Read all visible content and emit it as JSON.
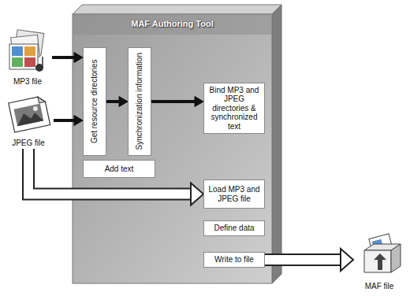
{
  "diagram": {
    "nodes": [
      {
        "text": [
          "MP3 file"
        ]
      },
      {
        "text": [
          "JPEG file"
        ]
      },
      {
        "text": [
          "MAF Authoring Tool"
        ]
      },
      {
        "text": [
          "Get resource directories"
        ],
        "in": 2
      },
      {
        "text": [
          "Synchronization information"
        ],
        "in": 2
      },
      {
        "text": [
          "Add text"
        ],
        "in": 2
      },
      {
        "text": [
          "Bind MP3 and JPEG directories & synchronized text"
        ],
        "in": 2
      },
      {
        "text": [
          "Load MP3 and JPEG file"
        ],
        "in": 2
      },
      {
        "text": [
          "Define data"
        ],
        "in": 2
      },
      {
        "text": [
          "Write to file"
        ],
        "in": 2
      },
      {
        "text": [
          "MAF file"
        ]
      }
    ],
    "edges": [
      {
        "from": 0,
        "to": 3,
        "arrow": "to"
      },
      {
        "from": 1,
        "to": 3,
        "arrow": "to"
      },
      {
        "from": 3,
        "to": 4,
        "arrow": "to"
      },
      {
        "from": 4,
        "to": 6,
        "arrow": "to"
      },
      {
        "from": 1,
        "to": 7,
        "arrow": "to"
      },
      {
        "from": 9,
        "to": 10,
        "arrow": "to"
      }
    ]
  }
}
